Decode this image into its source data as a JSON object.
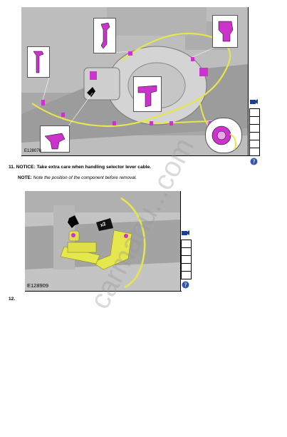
{
  "figure1": {
    "code": "E128076"
  },
  "step11": {
    "number": "11.",
    "notice": "NOTICE: Take extra care when handling selector lever cable.",
    "note_label": "NOTE:",
    "note_text": "Note the position of the component before removal."
  },
  "figure2": {
    "code": "E128909",
    "arrow_label": "x2"
  },
  "step12": {
    "number": "12."
  },
  "watermark": "carmanu...com",
  "icons": [
    "camera-icon",
    "help-icon"
  ],
  "colors": {
    "highlight": "#cc33cc",
    "cable": "#e6e64d"
  }
}
